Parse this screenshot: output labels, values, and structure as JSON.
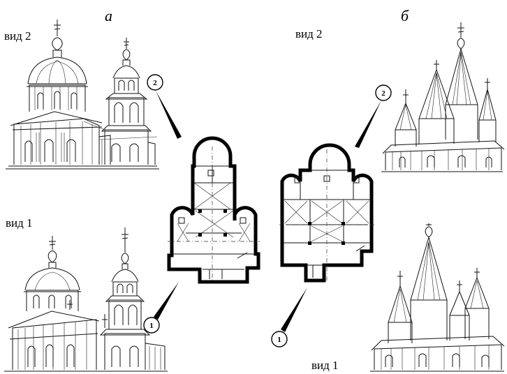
{
  "panels": {
    "a": {
      "letter": "а",
      "view_top": "вид 2",
      "view_bottom": "вид 1"
    },
    "b": {
      "letter": "б",
      "view_top": "вид 2",
      "view_bottom": "вид 1"
    }
  },
  "markers": {
    "one": "1",
    "two": "2"
  }
}
